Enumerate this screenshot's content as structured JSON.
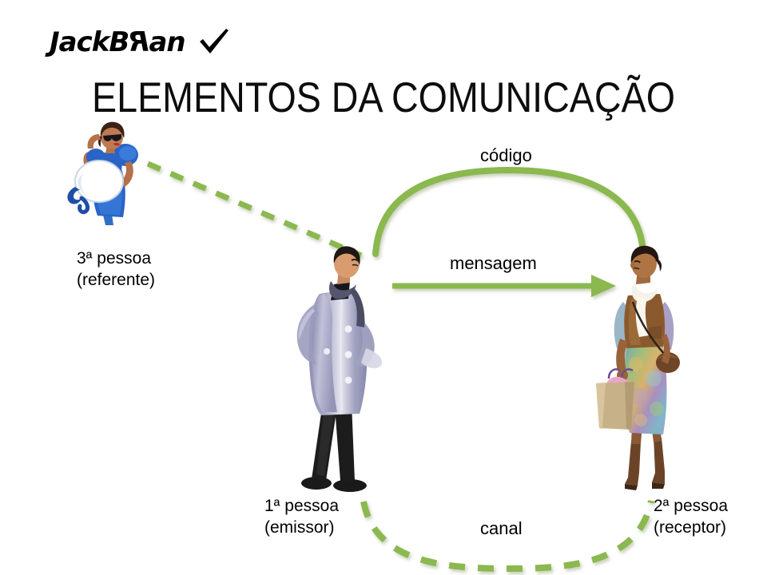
{
  "slide": {
    "background_color": "#FFFFFF",
    "title": "ELEMENTOS DA COMUNICAÇÃO"
  },
  "brand": {
    "name_part1": "JackB",
    "name_mirrored_letter": "R",
    "name_part2": "an",
    "full_text": "JackBran",
    "check_icon": "check-icon",
    "color": "#000000"
  },
  "colors": {
    "accent_green": "#8BB850",
    "green_shadow": "#C9D9A8",
    "text": "#000000",
    "title": "#0D0D0D"
  },
  "labels": {
    "referente": {
      "line1": "3ª pessoa",
      "line2": "(referente)"
    },
    "emissor": {
      "line1": "1ª pessoa",
      "line2": "(emissor)"
    },
    "receptor": {
      "line1": "2ª pessoa",
      "line2": "(receptor)"
    },
    "codigo": "código",
    "mensagem": "mensagem",
    "canal": "canal"
  },
  "figures": {
    "referente": {
      "name": "woman-blue-dress-with-hat",
      "description": "Mulher de vestido azul com óculos escuros segurando chapéu branco"
    },
    "emissor": {
      "name": "man-in-long-grey-coat",
      "description": "Homem de sobretudo cinza-arroxeado e calça preta"
    },
    "receptor": {
      "name": "woman-with-shopping-bag",
      "description": "Mulher de colete marrom, cachecol branco e saia colorida com sacola de compras"
    }
  },
  "connectors": {
    "codigo_arc": {
      "name": "codigo-arc",
      "style": "solid",
      "color": "#8BB850"
    },
    "mensagem_arrow": {
      "name": "mensagem-arrow",
      "style": "solid-arrow",
      "color": "#8BB850",
      "direction": "left-to-right"
    },
    "canal_arc": {
      "name": "canal-arc",
      "style": "dashed",
      "color": "#8BB850"
    },
    "referente_line": {
      "name": "referente-dashed-line",
      "style": "dashed",
      "color": "#8BB850"
    }
  }
}
